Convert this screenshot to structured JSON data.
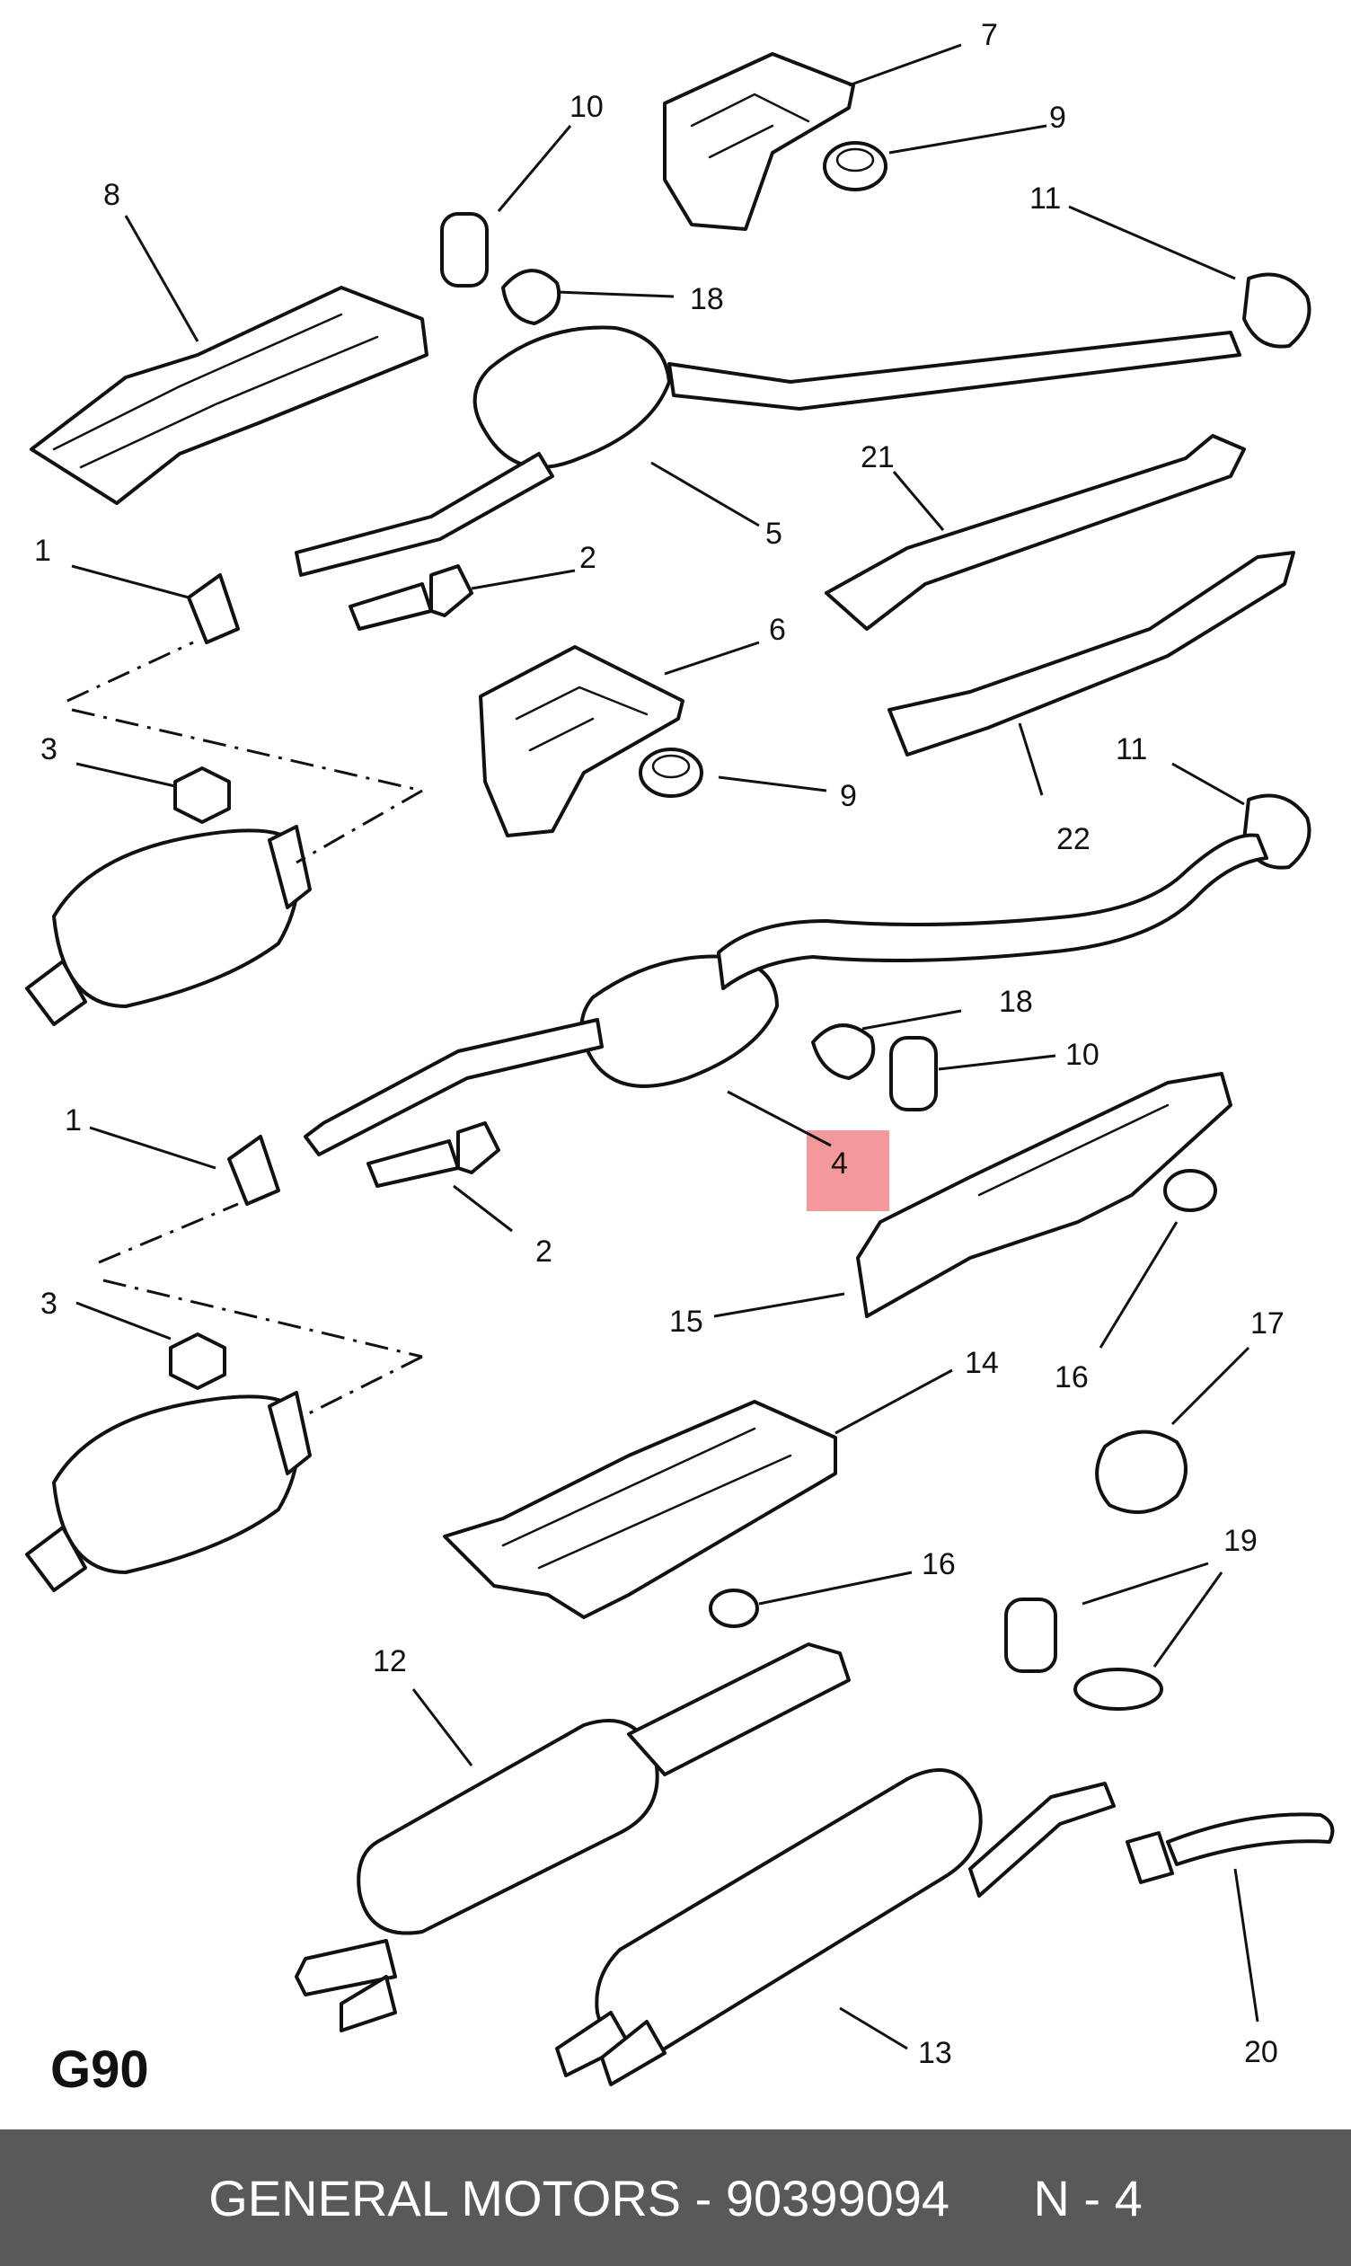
{
  "diagram": {
    "page_code": "G90",
    "highlight_color": "#f4999b",
    "callouts": [
      {
        "id": "c7",
        "text": "7"
      },
      {
        "id": "c10a",
        "text": "10"
      },
      {
        "id": "c9a",
        "text": "9"
      },
      {
        "id": "c8",
        "text": "8"
      },
      {
        "id": "c11a",
        "text": "11"
      },
      {
        "id": "c18a",
        "text": "18"
      },
      {
        "id": "c5",
        "text": "5"
      },
      {
        "id": "c21",
        "text": "21"
      },
      {
        "id": "c1a",
        "text": "1"
      },
      {
        "id": "c2a",
        "text": "2"
      },
      {
        "id": "c6",
        "text": "6"
      },
      {
        "id": "c3a",
        "text": "3"
      },
      {
        "id": "c9b",
        "text": "9"
      },
      {
        "id": "c11b",
        "text": "11"
      },
      {
        "id": "c22",
        "text": "22"
      },
      {
        "id": "c18b",
        "text": "18"
      },
      {
        "id": "c10b",
        "text": "10"
      },
      {
        "id": "c4",
        "text": "4",
        "highlighted": true
      },
      {
        "id": "c1b",
        "text": "1"
      },
      {
        "id": "c2b",
        "text": "2"
      },
      {
        "id": "c15",
        "text": "15"
      },
      {
        "id": "c16a",
        "text": "16"
      },
      {
        "id": "c3b",
        "text": "3"
      },
      {
        "id": "c17",
        "text": "17"
      },
      {
        "id": "c14",
        "text": "14"
      },
      {
        "id": "c16b",
        "text": "16"
      },
      {
        "id": "c19",
        "text": "19"
      },
      {
        "id": "c12",
        "text": "12"
      },
      {
        "id": "c13",
        "text": "13"
      },
      {
        "id": "c20",
        "text": "20"
      }
    ]
  },
  "footer": {
    "text": "GENERAL MOTORS - 90399094      N - 4",
    "background": "#595959"
  }
}
